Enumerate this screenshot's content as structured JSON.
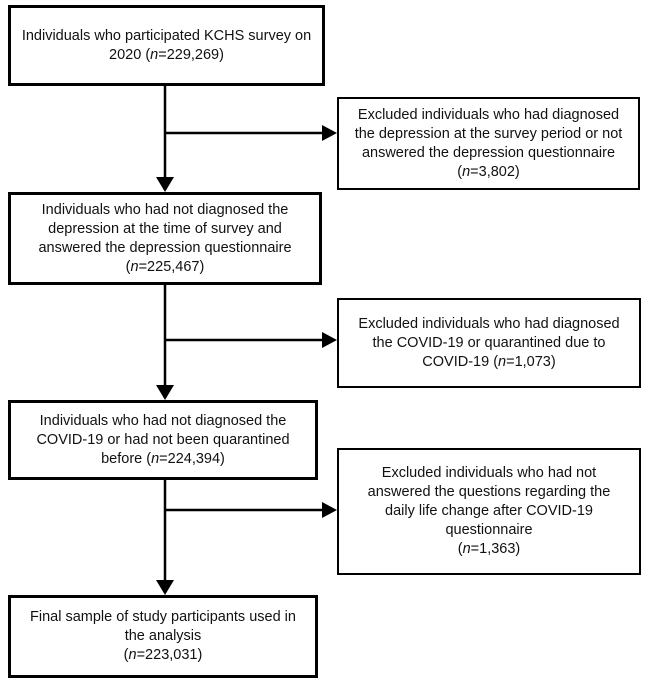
{
  "figure": {
    "kind": "study-participant-flow-diagram",
    "background_color": "#ffffff",
    "box_border_color": "#000000",
    "arrow_color": "#000000",
    "text_color": "#111111"
  },
  "boxes": [
    {
      "id": "kchs-2020",
      "role": "main",
      "n": "229,269",
      "lines": [
        "Individuals who participated KCHS survey on",
        "2020 (n=229,269)"
      ]
    },
    {
      "id": "excluded-depression",
      "role": "exclusion",
      "n": "3,802",
      "lines": [
        "Excluded individuals who had diagnosed",
        "the depression at the survey period or not",
        "answered the depression questionnaire",
        "(n=3,802)"
      ]
    },
    {
      "id": "not-depressed",
      "role": "main",
      "n": "225,467",
      "lines": [
        "Individuals who had not diagnosed the",
        "depression at the time of survey and",
        "answered the depression questionnaire",
        "(n=225,467)"
      ]
    },
    {
      "id": "excluded-covid",
      "role": "exclusion",
      "n": "1,073",
      "lines": [
        "Excluded individuals who had diagnosed",
        "the COVID-19 or quarantined due to",
        "COVID-19 (n=1,073)"
      ]
    },
    {
      "id": "no-covid",
      "role": "main",
      "n": "224,394",
      "lines": [
        "Individuals who had not diagnosed the",
        "COVID-19 or had not been quarantined",
        "before (n=224,394)"
      ]
    },
    {
      "id": "excluded-daily-life",
      "role": "exclusion",
      "n": "1,363",
      "lines": [
        "Excluded individuals who had not",
        "answered the questions regarding the",
        "daily life change after COVID-19",
        "questionnaire",
        "(n=1,363)"
      ]
    },
    {
      "id": "final-sample",
      "role": "main",
      "n": "223,031",
      "lines": [
        "Final sample of study participants used in",
        "the analysis",
        "(n=223,031)"
      ]
    }
  ],
  "edges": [
    {
      "from": "kchs-2020",
      "to": "not-depressed",
      "type": "arrow-down"
    },
    {
      "from": "kchs-2020",
      "to": "excluded-depression",
      "type": "arrow-right-branch"
    },
    {
      "from": "not-depressed",
      "to": "no-covid",
      "type": "arrow-down"
    },
    {
      "from": "not-depressed",
      "to": "excluded-covid",
      "type": "arrow-right-branch"
    },
    {
      "from": "no-covid",
      "to": "final-sample",
      "type": "arrow-down"
    },
    {
      "from": "no-covid",
      "to": "excluded-daily-life",
      "type": "arrow-right-branch"
    }
  ]
}
